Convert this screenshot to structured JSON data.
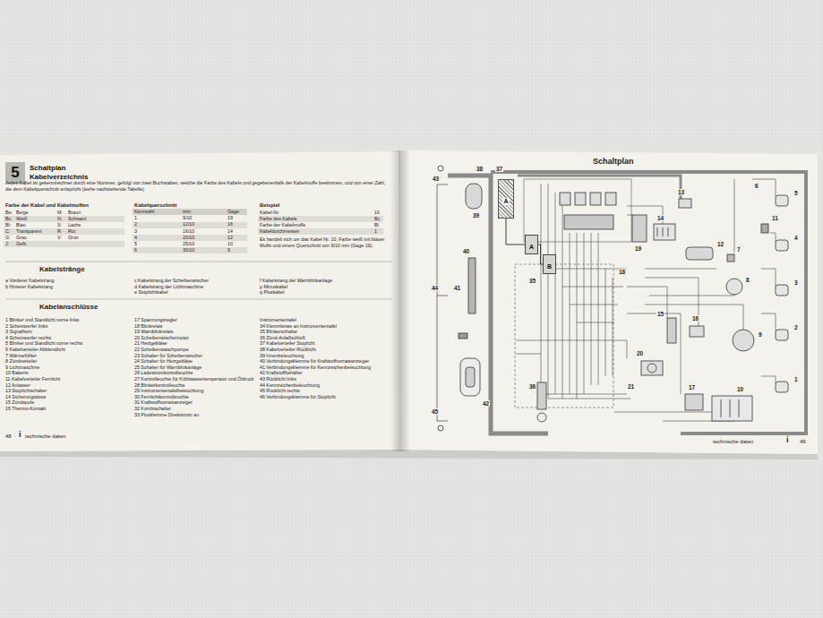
{
  "diagram": {
    "title": "Schaltplan",
    "nodes": [
      {
        "text": [
          "5",
          "Schaltplan Kabelverzeichnis"
        ]
      },
      {
        "text": [
          "A"
        ]
      },
      {
        "text": [
          "A"
        ]
      },
      {
        "text": [
          "B"
        ]
      }
    ],
    "edges": [
      {
        "from": 1,
        "to": 2,
        "arrow": "none"
      },
      {
        "from": 2,
        "to": 3,
        "arrow": "none"
      }
    ],
    "labels": [
      "Jedes Kabel ist gekennzeichnet durch eine Nummer, gefolgt von zwei Buchstaben, welche die Farbe des Kabels und gegebenenfalls der Kabelmuffe bestimmen, und von einer Zahl, die dem Kabelquerschnitt entspricht (siehe nachstehende Tabelle).",
      "Farbe der Kabel und Kabelmuffen",
      "Be:",
      "Beige",
      "M:",
      "Braun",
      "Bc:",
      "Weiß",
      "N:",
      "Schwarz",
      "Bl:",
      "Blau",
      "S:",
      "Lachs",
      "C:",
      "Transparent",
      "R:",
      "Rot",
      "G:",
      "Grau",
      "V:",
      "Grün",
      "J:",
      "Gelb",
      "Kabelquerschnitt",
      "Kennzahl",
      "mm",
      "Gage",
      "1",
      "9/10",
      "19",
      "2",
      "12/10",
      "16",
      "3",
      "16/10",
      "14",
      "4",
      "20/10",
      "12",
      "5",
      "25/10",
      "10",
      "6",
      "30/10",
      "9",
      "Beispiel",
      "Kabel-Nr.",
      "10",
      "Farbe des Kabels",
      "Bc",
      "Farbe der Kabelmuffe",
      "Bl",
      "Kabeldurchmesser",
      "1",
      "Es handelt sich um das Kabel Nr. 10, Farbe weiß mit blauer Muffe und einem Querschnitt von 9/10 mm (Gage 19).",
      "Kabelstränge",
      "a Vorderer Kabelstrang",
      "b Hinterer Kabelstrang",
      "c Kabelstrang der Scheibenwischer",
      "d Kabelstrang der Lichtmaschine",
      "e Stoplichtkabel",
      "f Kabelstrang der Warnblinkanlage",
      "p Minuskabel",
      "q Pluskabel",
      "Kabelanschlüsse",
      "1 Blinker und Standlicht vorne links",
      "2 Scheinwerfer links",
      "3 Signalhorn",
      "4 Scheinwerfer rechts",
      "5 Blinker und Standlicht vorne rechts",
      "6 Kabelverteiler Abblendlicht",
      "7 Wärmefühler",
      "8 Zündverteiler",
      "9 Lichtmaschine",
      "10 Batterie",
      "11 Kabelverteiler Fernlicht",
      "12 Anlasser",
      "13 Stoplichtschalter",
      "14 Sicherungsdose",
      "15 Zündspule",
      "16 Thermo-Kontakt",
      "17 Spannungsregler",
      "18 Blinkrelais",
      "19 Warnblinkrelais",
      "20 Scheibenwischermotor",
      "21 Heizgebläse",
      "22 Scheibenwaschpumpe",
      "23 Schalter für Scheibenwischer",
      "24 Schalter für Heizgebläse",
      "25 Schalter für Warnblinkanlage",
      "26 Ladestromkontrolleuchte",
      "27 Kontrolleuchte für Kühlwassertemperatur und Öldruck",
      "28 Blinkerkontrolleuchte",
      "29 Instrumententafelbeleuchtung",
      "30 Fernlichtkontrolleuchte",
      "31 Kraftstoffvorratsanzeiger",
      "32 Kombischalter",
      "33 Plusklemme Direktstrom an",
      "Instrumententafel",
      "34 Klemmleiste an Instrumententafel",
      "35 Blinkerschalter",
      "36 Zünd-Anlaßschloß",
      "37 Kabelverteiler Stoplicht",
      "38 Kabelverteiler Rücklicht",
      "39 Innenbeleuchtung",
      "40 Verbindungsklemme für Kraftstoffvorratsanzeiger",
      "41 Verbindungsklemme für Kennzeichenbeleuchtung",
      "42 Kraftstoffbehälter",
      "43 Rücklicht links",
      "44 Kennzeichenbeleuchtung",
      "45 Rücklicht rechts",
      "46 Verbindungsklemme für Stoplicht",
      "48",
      "i",
      "technische daten",
      "technische daten",
      "i",
      "49",
      "43",
      "38",
      "37",
      "39",
      "40",
      "44",
      "41",
      "42",
      "45",
      "36",
      "35",
      "19",
      "13",
      "14",
      "12",
      "15",
      "16",
      "20",
      "17",
      "10",
      "9",
      "8",
      "7",
      "6",
      "11",
      "5",
      "4",
      "3",
      "2",
      "1",
      "18",
      "21"
    ]
  }
}
